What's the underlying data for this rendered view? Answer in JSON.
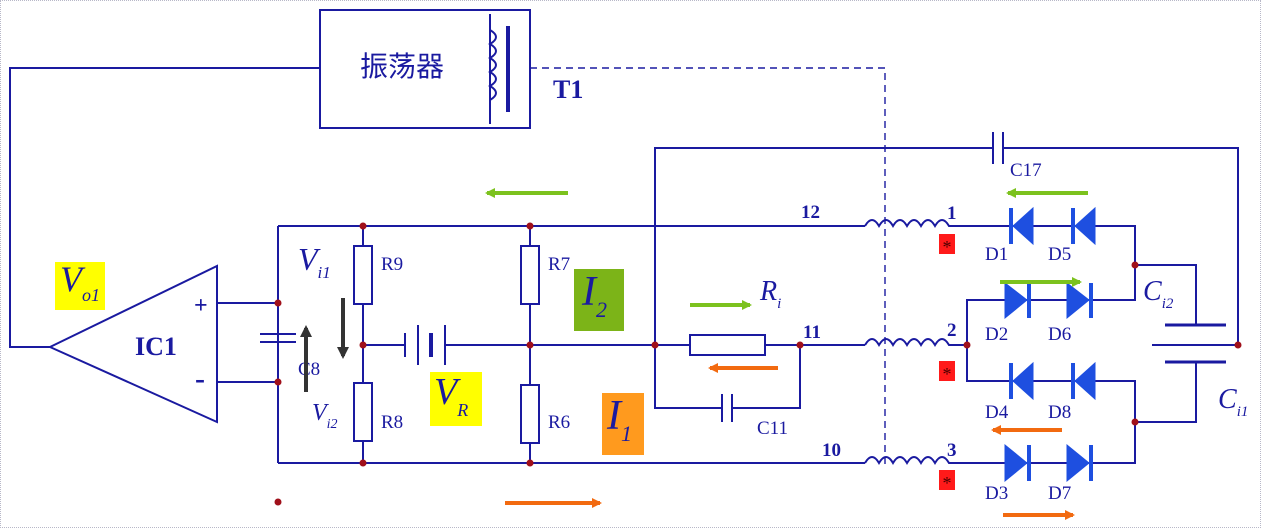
{
  "title_block": {
    "oscillator_label": "振荡器",
    "transformer_label": "T1"
  },
  "opamp": {
    "name": "IC1",
    "plus": "+",
    "minus": "-"
  },
  "resistors": {
    "r9": "R9",
    "r8": "R8",
    "r7": "R7",
    "r6": "R6"
  },
  "capacitors": {
    "c8": "C8",
    "c11": "C11",
    "c17": "C17",
    "ci2_main": "C",
    "ci2_sub": "i2",
    "ci1_main": "C",
    "ci1_sub": "i1"
  },
  "terminals": {
    "n12": "12",
    "n11": "11",
    "n10": "10",
    "n1": "1",
    "n2": "2",
    "n3": "3"
  },
  "diodes": [
    "D1",
    "D5",
    "D2",
    "D6",
    "D4",
    "D8",
    "D3",
    "D7"
  ],
  "symbols": {
    "vo1_main": "V",
    "vo1_sub": "o1",
    "vi1_main": "V",
    "vi1_sub": "i1",
    "vi2_main": "V",
    "vi2_sub": "i2",
    "vr_main": "V",
    "vr_sub": "R",
    "i2_main": "I",
    "i2_sub": "2",
    "i1_main": "I",
    "i1_sub": "1",
    "ri_main": "R",
    "ri_sub": "i",
    "dot_marker": "*"
  },
  "colors": {
    "wire": "#1a1aa0",
    "green_arrow": "#7cc21e",
    "orange_arrow": "#f26a10",
    "yellow_highlight": "#ffff00",
    "green_highlight": "#7cb418",
    "orange_highlight": "#ff9a1e",
    "marker_red": "#ff1a1a",
    "diode_blue": "#1e4fe0"
  }
}
